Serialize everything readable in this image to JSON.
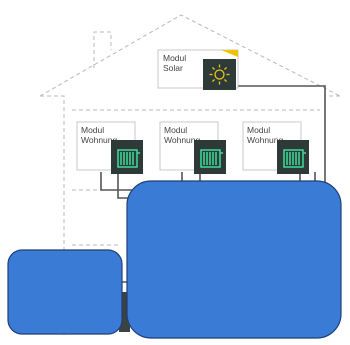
{
  "modules": {
    "solar": {
      "line1": "Modul",
      "line2": "Solar",
      "icon": "sun-icon"
    },
    "apartments": [
      {
        "line1": "Modul",
        "line2": "Wohnung",
        "icon": "radiator-icon"
      },
      {
        "line1": "Modul",
        "line2": "Wohnung",
        "icon": "radiator-icon"
      },
      {
        "line1": "Modul",
        "line2": "Wohnung",
        "icon": "radiator-icon"
      }
    ]
  },
  "colors": {
    "module_fill": "#2d3a38",
    "radiator": "#3ddc9a",
    "sun": "#f0c419",
    "accent": "#f2c200",
    "pipe": "#555555",
    "outline": "#b8b8b8",
    "overlay": "#3a7bd5",
    "overlay_border": "#1f3f7a"
  }
}
